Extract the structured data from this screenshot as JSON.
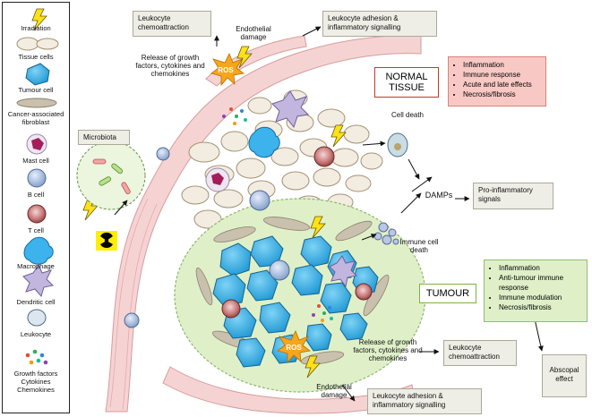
{
  "legend": {
    "irradiation": "Irradiation",
    "tissue_cells": "Tissue cells",
    "tumour_cell": "Tumour cell",
    "caf": "Cancer-associated fibroblast",
    "mast_cell": "Mast cell",
    "b_cell": "B cell",
    "t_cell": "T cell",
    "macrophage": "Macrophage",
    "dendritic_cell": "Dendritic cell",
    "leukocyte": "Leukocyte",
    "growth_factors": "Growth factors",
    "cytokines": "Cytokines",
    "chemokines": "Chemokines"
  },
  "boxes": {
    "leuko_chemo_top": "Leukocyte chemoattraction",
    "leuko_adh_top": "Leukocyte adhesion & inflammatory signalling",
    "microbiota": "Microbiota",
    "pro_inflammatory": "Pro-inflammatory signals",
    "leuko_chemo_bottom": "Leukocyte chemoattraction",
    "leuko_adh_bottom": "Leukocyte adhesion & inflammatory signalling",
    "abscopal": "Abscopal effect"
  },
  "labels": {
    "endothelial_top": "Endothelial damage",
    "release_top": "Release of growth factors, cytokines and chemokines",
    "ros_top": "ROS",
    "cell_death": "Cell death",
    "damps": "DAMPs",
    "immune_cell_death": "Immune cell death",
    "release_bottom": "Release of growth factors, cytokines and chemokines",
    "ros_bottom": "ROS",
    "endothelial_bottom": "Endothelial damage"
  },
  "normal_tissue": {
    "heading": "NORMAL TISSUE",
    "effects": [
      "Inflammation",
      "Immune response",
      "Acute and late effects",
      "Necrosis/fibrosis"
    ]
  },
  "tumour": {
    "heading": "TUMOUR",
    "effects": [
      "Inflammation",
      "Anti-tumour immune response",
      "Immune modulation",
      "Necrosis/fibrosis"
    ]
  },
  "colors": {
    "normal_border": "#c0392b",
    "normal_fill": "#f8c9c4",
    "tumour_border": "#7cb342",
    "tumour_fill": "#dff0c8",
    "vessel": "#f6d3d3",
    "tumour_cell": "#29a9e0",
    "tissue_cell": "#f3ece0",
    "box_fill": "#eeeee6"
  }
}
